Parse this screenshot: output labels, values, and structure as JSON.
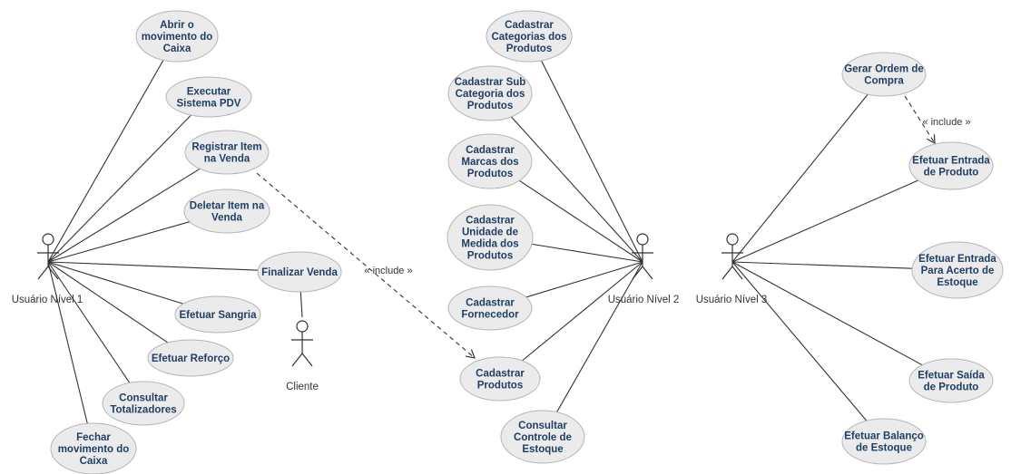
{
  "actors": [
    {
      "id": "u1",
      "label": "Usuário Nível 1"
    },
    {
      "id": "u2",
      "label": "Usuário Nível 2"
    },
    {
      "id": "u3",
      "label": "Usuário Nível 3"
    },
    {
      "id": "cliente",
      "label": "Cliente"
    }
  ],
  "use_cases": [
    {
      "id": "abrir",
      "lines": [
        "Abrir o",
        "movimento do",
        "Caixa"
      ]
    },
    {
      "id": "executar",
      "lines": [
        "Executar",
        "Sistema PDV"
      ]
    },
    {
      "id": "registrar",
      "lines": [
        "Registrar Item",
        "na Venda"
      ]
    },
    {
      "id": "deletar",
      "lines": [
        "Deletar Item na",
        "Venda"
      ]
    },
    {
      "id": "finalizar",
      "lines": [
        "Finalizar Venda"
      ]
    },
    {
      "id": "sangria",
      "lines": [
        "Efetuar Sangria"
      ]
    },
    {
      "id": "reforco",
      "lines": [
        "Efetuar Reforço"
      ]
    },
    {
      "id": "totalizadores",
      "lines": [
        "Consultar",
        "Totalizadores"
      ]
    },
    {
      "id": "fechar",
      "lines": [
        "Fechar",
        "movimento do",
        "Caixa"
      ]
    },
    {
      "id": "categorias",
      "lines": [
        "Cadastrar",
        "Categorias dos",
        "Produtos"
      ]
    },
    {
      "id": "subcategoria",
      "lines": [
        "Cadastrar Sub",
        "Categoria dos",
        "Produtos"
      ]
    },
    {
      "id": "marcas",
      "lines": [
        "Cadastrar",
        "Marcas dos",
        "Produtos"
      ]
    },
    {
      "id": "unidade",
      "lines": [
        "Cadastrar",
        "Unidade de",
        "Medida dos",
        "Produtos"
      ]
    },
    {
      "id": "fornecedor",
      "lines": [
        "Cadastrar",
        "Fornecedor"
      ]
    },
    {
      "id": "produtos",
      "lines": [
        "Cadastrar",
        "Produtos"
      ]
    },
    {
      "id": "estoque",
      "lines": [
        "Consultar",
        "Controle de",
        "Estoque"
      ]
    },
    {
      "id": "ordem",
      "lines": [
        "Gerar Ordem de",
        "Compra"
      ]
    },
    {
      "id": "entrada",
      "lines": [
        "Efetuar Entrada",
        "de Produto"
      ]
    },
    {
      "id": "acerto",
      "lines": [
        "Efetuar Entrada",
        "Para Acerto de",
        "Estoque"
      ]
    },
    {
      "id": "saida",
      "lines": [
        "Efetuar Saída",
        "de Produto"
      ]
    },
    {
      "id": "balanco",
      "lines": [
        "Efetuar Balanço",
        "de Estoque"
      ]
    }
  ],
  "associations": [
    [
      "u1",
      "abrir"
    ],
    [
      "u1",
      "executar"
    ],
    [
      "u1",
      "registrar"
    ],
    [
      "u1",
      "deletar"
    ],
    [
      "u1",
      "finalizar"
    ],
    [
      "u1",
      "sangria"
    ],
    [
      "u1",
      "reforco"
    ],
    [
      "u1",
      "totalizadores"
    ],
    [
      "u1",
      "fechar"
    ],
    [
      "cliente",
      "finalizar"
    ],
    [
      "u2",
      "categorias"
    ],
    [
      "u2",
      "subcategoria"
    ],
    [
      "u2",
      "marcas"
    ],
    [
      "u2",
      "unidade"
    ],
    [
      "u2",
      "fornecedor"
    ],
    [
      "u2",
      "produtos"
    ],
    [
      "u2",
      "estoque"
    ],
    [
      "u3",
      "ordem"
    ],
    [
      "u3",
      "entrada"
    ],
    [
      "u3",
      "acerto"
    ],
    [
      "u3",
      "saida"
    ],
    [
      "u3",
      "balanco"
    ]
  ],
  "includes": [
    {
      "from": "registrar",
      "to": "produtos",
      "label": "« include »"
    },
    {
      "from": "ordem",
      "to": "entrada",
      "label": "« include »"
    }
  ],
  "colors": {
    "ellipse_fill": "#ebebeb",
    "ellipse_stroke": "#b5b5b5",
    "text": "#1f3f66",
    "line": "#333333"
  }
}
